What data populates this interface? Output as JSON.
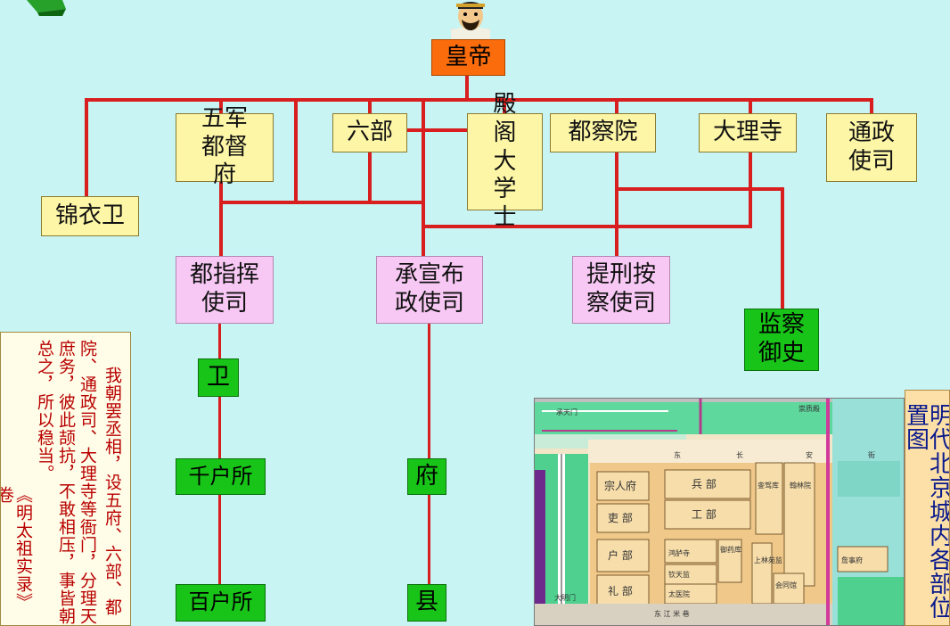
{
  "org": {
    "emperor": "皇帝",
    "wufu": "五军都督府",
    "libu": "六部",
    "dianke": "殿阁大学士",
    "duchayuan": "都察院",
    "dalisi": "大理寺",
    "tongzheng": "通政使司",
    "jinyiwei": "锦衣卫",
    "duzhihui": "都指挥使司",
    "chengxuan": "承宣布政使司",
    "tixing": "提刑按察使司",
    "jiancha": "监察御史",
    "wei": "卫",
    "qianhu": "千户所",
    "baihu": "百户所",
    "fu": "府",
    "xian": "县"
  },
  "quote": {
    "line1": "我朝罢丞相，设五府、六部、都",
    "line2": "院、通政司、大理寺等衙门，分理天",
    "line3": "庶务，彼此颉抗，不敢相压，事皆朝",
    "line4": "总之，所以稳当。",
    "source": "《明太祖实录》卷"
  },
  "map": {
    "title": "明代北京城内各部位置图",
    "labels": {
      "chengtianmen": "承天门",
      "chongzhidian": "崇质殿",
      "east": "东",
      "chang": "长",
      "an": "安",
      "jie": "街",
      "zongrenfu": "宗人府",
      "bingbu": "兵 部",
      "libu1": "吏 部",
      "gongbu": "工 部",
      "hubu": "户 部",
      "honglusi": "鸿胪寺",
      "yuyaoku": "御药库",
      "libu2": "礼 部",
      "qintianjian": "钦天监",
      "taiyiyuan": "太医院",
      "luanjiaku": "銮驾库",
      "hanlinyuan": "翰林院",
      "shanglinyuan": "上林苑监",
      "huitongguan": "会同馆",
      "zhanshifu": "詹事府",
      "damingmen": "大明门",
      "bottom_street": "东 江 米 巷"
    }
  },
  "colors": {
    "background": "#c8f4f4",
    "line": "#d81e1e",
    "yellow_box": "#fdf6a6",
    "pink_box": "#f8c8f4",
    "green_box": "#18c418",
    "emperor_box": "#fa6c0c"
  }
}
